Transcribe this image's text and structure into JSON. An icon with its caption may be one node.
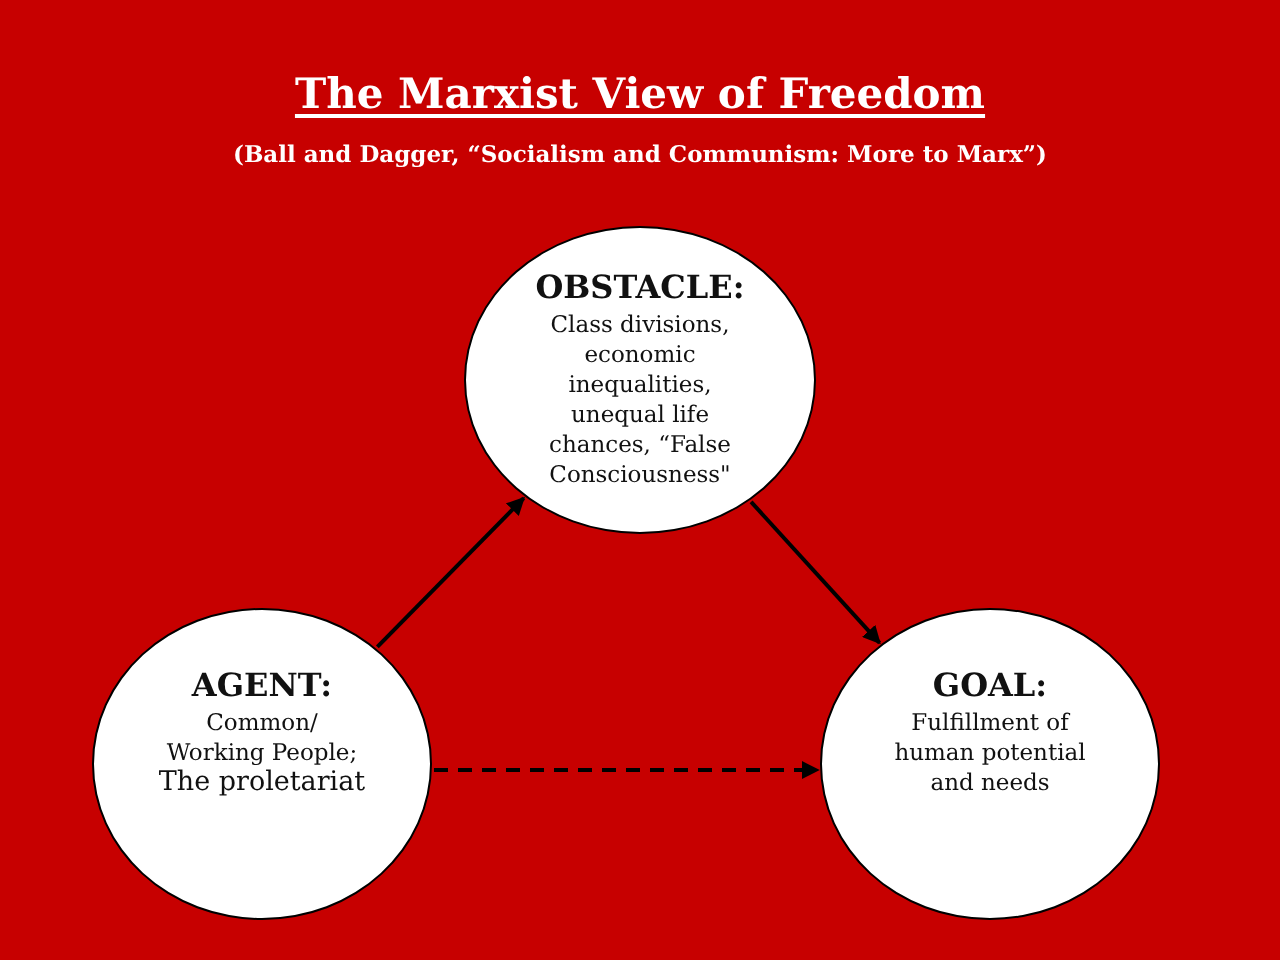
{
  "diagram": {
    "title": "The Marxist View of Freedom",
    "nodes": [
      {
        "text": [
          "OBSTACLE:",
          "Class divisions, economic inequalities, unequal life chances, “False Consciousness\""
        ]
      },
      {
        "text": [
          "AGENT:",
          "Common/ Working People;",
          "The proletariat"
        ]
      },
      {
        "text": [
          "GOAL:",
          "Fulfillment of human potential and needs"
        ]
      }
    ],
    "edges": [
      {
        "from": 1,
        "to": 0,
        "arrow": "to"
      },
      {
        "from": 0,
        "to": 2,
        "arrow": "to"
      },
      {
        "from": 1,
        "to": 2,
        "arrow": "to",
        "style": "dashed"
      }
    ],
    "labels": [
      "(Ball and Dagger, “Socialism and Communism: More to Marx”)"
    ]
  }
}
